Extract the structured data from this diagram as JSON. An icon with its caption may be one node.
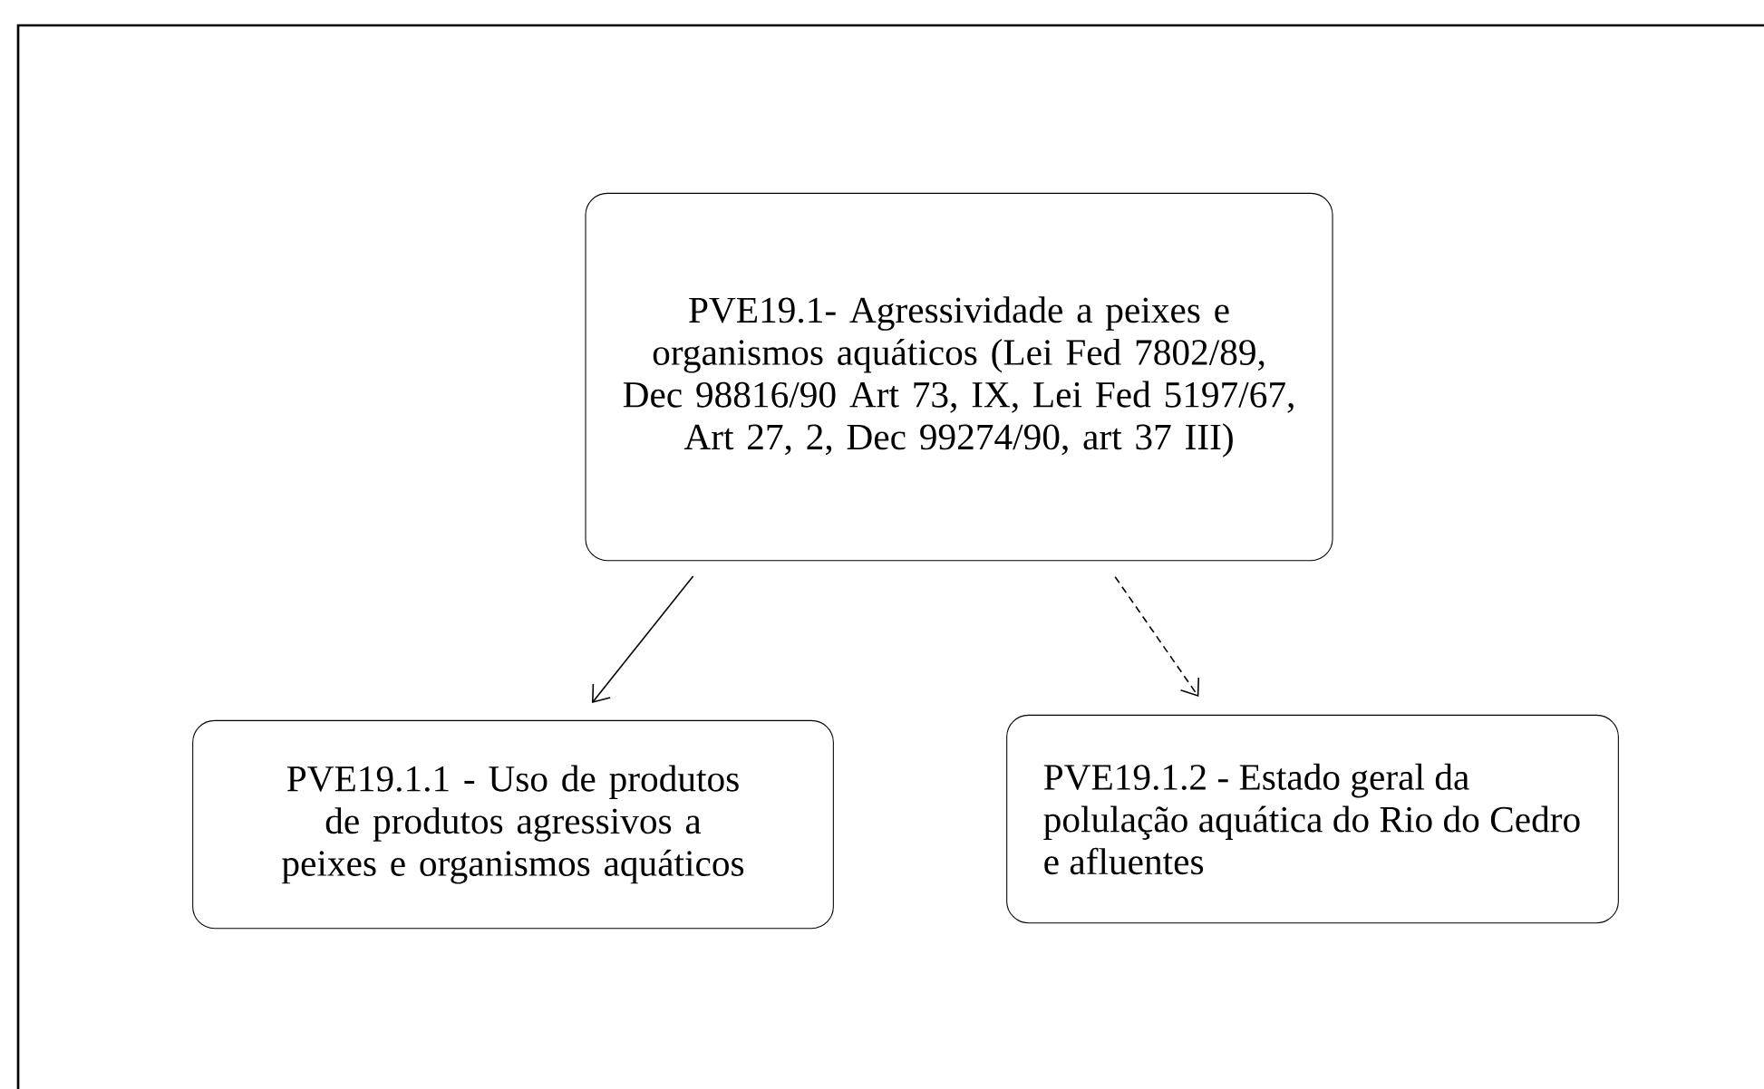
{
  "diagram": {
    "nodes": [
      {
        "text": [
          "PVE19.1- Agressividade a peixes e organismos aquáticos (Lei Fed 7802/89, Dec 98816/90 Art 73, IX, Lei Fed 5197/67, Art 27, 2, Dec 99274/90, art 37 III)"
        ]
      },
      {
        "text": [
          "PVE19.1.1 - Uso de produtos de produtos agressivos a peixes e organismos aquáticos"
        ]
      },
      {
        "text": [
          "PVE19.1.2 - Estado geral da polulação aquática do Rio do Cedro e afluentes"
        ]
      }
    ],
    "edges": [
      {
        "from": 0,
        "to": 1,
        "arrow": "to"
      },
      {
        "from": 0,
        "to": 2,
        "arrow": "to",
        "style": "dashed"
      }
    ]
  }
}
